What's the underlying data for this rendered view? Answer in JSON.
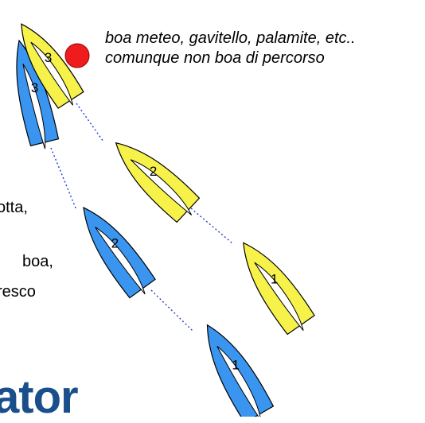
{
  "caption": {
    "line1": "boa meteo, gavitello, palamite, etc..",
    "line2": "comunque non boa di percorso"
  },
  "side_text": [
    "otta,",
    "boa,",
    "resco"
  ],
  "logo_text": "ator",
  "colors": {
    "yellow_boat": "#f7f24a",
    "blue_boat": "#3a95f0",
    "buoy": "#ee1c1c",
    "track": "#1f3fcf",
    "outline": "#000000"
  },
  "yellow_boats": [
    {
      "label": "3"
    },
    {
      "label": "2"
    },
    {
      "label": "1"
    }
  ],
  "blue_boats": [
    {
      "label": "3"
    },
    {
      "label": "2"
    },
    {
      "label": "1"
    }
  ]
}
